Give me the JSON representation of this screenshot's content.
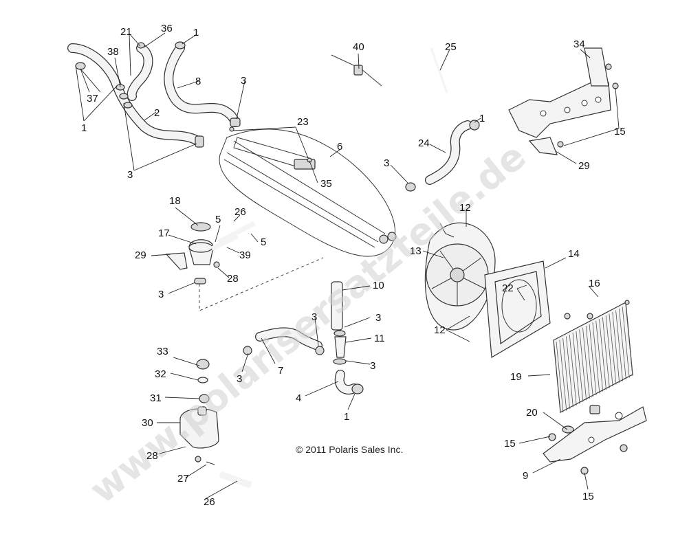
{
  "watermark": "www.polarisersatzteile.de",
  "copyright": "© 2011 Polaris Sales Inc.",
  "callouts": [
    "1",
    "1",
    "1",
    "1",
    "2",
    "3",
    "3",
    "3",
    "3",
    "3",
    "3",
    "3",
    "3",
    "4",
    "5",
    "5",
    "6",
    "7",
    "8",
    "9",
    "10",
    "11",
    "12",
    "12",
    "13",
    "14",
    "15",
    "15",
    "15",
    "16",
    "17",
    "18",
    "19",
    "20",
    "21",
    "22",
    "23",
    "24",
    "25",
    "26",
    "26",
    "27",
    "28",
    "28",
    "29",
    "29",
    "30",
    "31",
    "32",
    "33",
    "34",
    "35",
    "36",
    "37",
    "38",
    "39",
    "40"
  ],
  "colors": {
    "line": "#222222",
    "part_fill": "#f4f4f4",
    "watermark": "#cfcfcf"
  }
}
